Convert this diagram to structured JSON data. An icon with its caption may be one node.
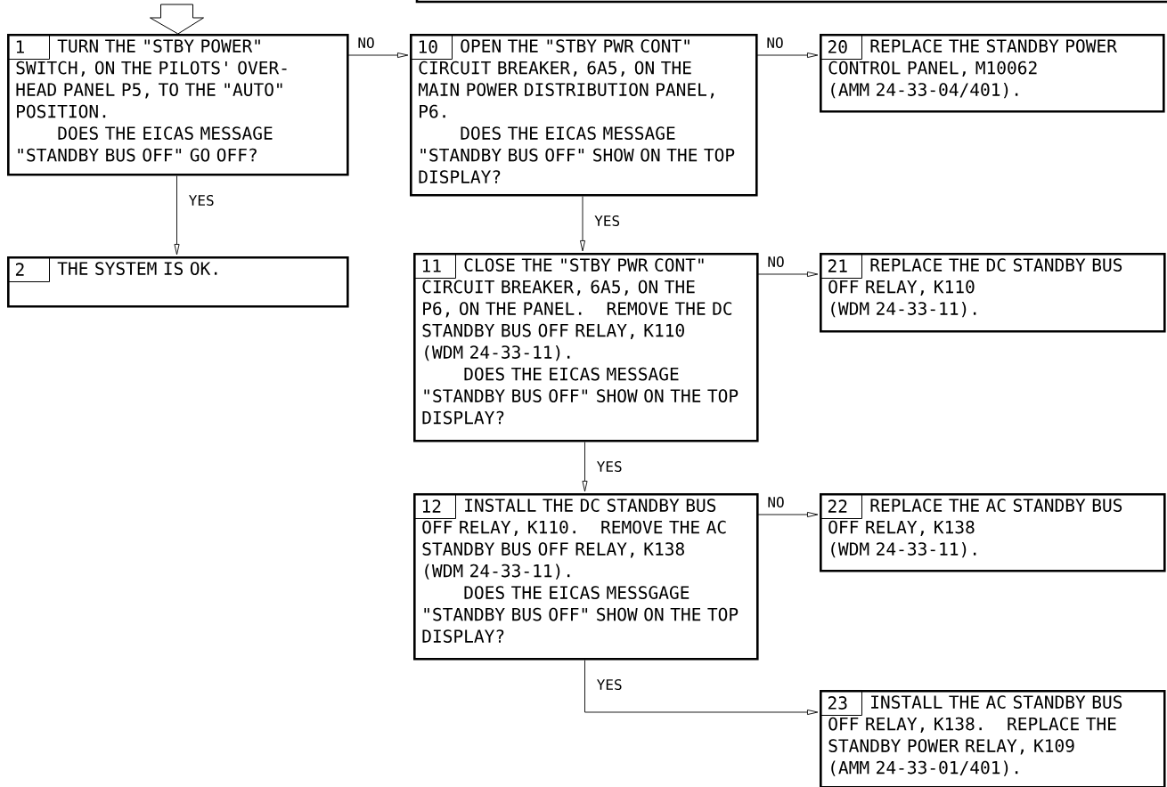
{
  "diagram": {
    "nodes": [
      {
        "text": [
          "1",
          "TURN THE \"STBY POWER\" SWITCH, ON THE PILOTS' OVER-HEAD PANEL P5, TO THE \"AUTO\" POSITION.",
          "DOES THE EICAS MESSAGE \"STANDBY BUS OFF\" GO OFF?"
        ]
      },
      {
        "text": [
          "10",
          "OPEN THE \"STBY PWR CONT\" CIRCUIT BREAKER, 6A5, ON THE MAIN POWER DISTRIBUTION PANEL, P6.",
          "DOES THE EICAS MESSAGE \"STANDBY BUS OFF\" SHOW ON THE TOP DISPLAY?"
        ]
      },
      {
        "text": [
          "20",
          "REPLACE THE STANDBY POWER CONTROL PANEL, M10062",
          "(AMM 24-33-04/401)."
        ]
      },
      {
        "text": [
          "2",
          "THE SYSTEM IS OK."
        ]
      },
      {
        "text": [
          "11",
          "CLOSE THE \"STBY PWR CONT\" CIRCUIT BREAKER, 6A5, ON THE P6, ON THE PANEL. REMOVE THE DC STANDBY BUS OFF RELAY, K110",
          "(WDM 24-33-11).",
          "DOES THE EICAS MESSAGE \"STANDBY BUS OFF\" SHOW ON THE TOP DISPLAY?"
        ]
      },
      {
        "text": [
          "21",
          "REPLACE THE DC STANDBY BUS OFF RELAY, K110",
          "(WDM 24-33-11)."
        ]
      },
      {
        "text": [
          "12",
          "INSTALL THE DC STANDBY BUS OFF RELAY, K110. REMOVE THE AC STANDBY BUS OFF RELAY, K138",
          "(WDM 24-33-11).",
          "DOES THE EICAS MESSGAGE \"STANDBY BUS OFF\" SHOW ON THE TOP DISPLAY?"
        ]
      },
      {
        "text": [
          "22",
          "REPLACE THE AC STANDBY BUS OFF RELAY, K138",
          "(WDM 24-33-11)."
        ]
      },
      {
        "text": [
          "23",
          "INSTALL THE AC STANDBY BUS OFF RELAY, K138. REPLACE THE STANDBY POWER RELAY, K109",
          "(AMM 24-33-01/401)."
        ]
      }
    ],
    "edges": [
      {
        "from": null,
        "to": 0,
        "arrow": "to"
      },
      {
        "from": 0,
        "to": 1,
        "arrow": "to",
        "label": "NO"
      },
      {
        "from": 0,
        "to": 3,
        "arrow": "to",
        "label": "YES"
      },
      {
        "from": 1,
        "to": 2,
        "arrow": "to",
        "label": "NO"
      },
      {
        "from": 1,
        "to": 4,
        "arrow": "to",
        "label": "YES"
      },
      {
        "from": 4,
        "to": 5,
        "arrow": "to",
        "label": "NO"
      },
      {
        "from": 4,
        "to": 6,
        "arrow": "to",
        "label": "YES"
      },
      {
        "from": 6,
        "to": 7,
        "arrow": "to",
        "label": "NO"
      },
      {
        "from": 6,
        "to": 8,
        "arrow": "to",
        "label": "YES"
      }
    ]
  }
}
